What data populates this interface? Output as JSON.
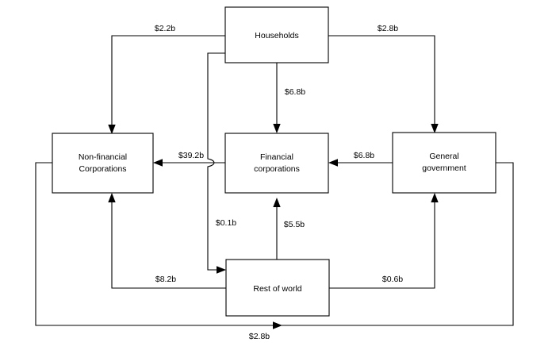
{
  "diagram": {
    "type": "flow-diagram",
    "title": "",
    "currency_unit": "billions of dollars",
    "nodes": [
      {
        "id": "households",
        "label_line1": "Households",
        "label_line2": ""
      },
      {
        "id": "non-financial-corps",
        "label_line1": "Non-financial",
        "label_line2": "Corporations"
      },
      {
        "id": "financial-corps",
        "label_line1": "Financial",
        "label_line2": "corporations"
      },
      {
        "id": "general-government",
        "label_line1": "General",
        "label_line2": "government"
      },
      {
        "id": "rest-of-world",
        "label_line1": "Rest of world",
        "label_line2": ""
      }
    ],
    "flows": [
      {
        "id": "hh-to-nfc",
        "label": "$2.2b",
        "from": "households",
        "to": "non-financial-corps"
      },
      {
        "id": "hh-to-gg",
        "label": "$2.8b",
        "from": "households",
        "to": "general-government"
      },
      {
        "id": "hh-to-fc",
        "label": "$6.8b",
        "from": "households",
        "to": "financial-corps"
      },
      {
        "id": "hh-to-row",
        "label": "$0.1b",
        "from": "households",
        "to": "rest-of-world"
      },
      {
        "id": "fc-to-nfc",
        "label": "$39.2b",
        "from": "financial-corps",
        "to": "non-financial-corps"
      },
      {
        "id": "gg-to-fc",
        "label": "$6.8b",
        "from": "general-government",
        "to": "financial-corps"
      },
      {
        "id": "row-to-fc",
        "label": "$5.5b",
        "from": "rest-of-world",
        "to": "financial-corps"
      },
      {
        "id": "row-to-nfc",
        "label": "$8.2b",
        "from": "rest-of-world",
        "to": "non-financial-corps"
      },
      {
        "id": "row-to-gg",
        "label": "$0.6b",
        "from": "rest-of-world",
        "to": "general-government"
      },
      {
        "id": "nfc-to-gg",
        "label": "$2.8b",
        "from": "non-financial-corps",
        "to": "general-government"
      }
    ]
  }
}
